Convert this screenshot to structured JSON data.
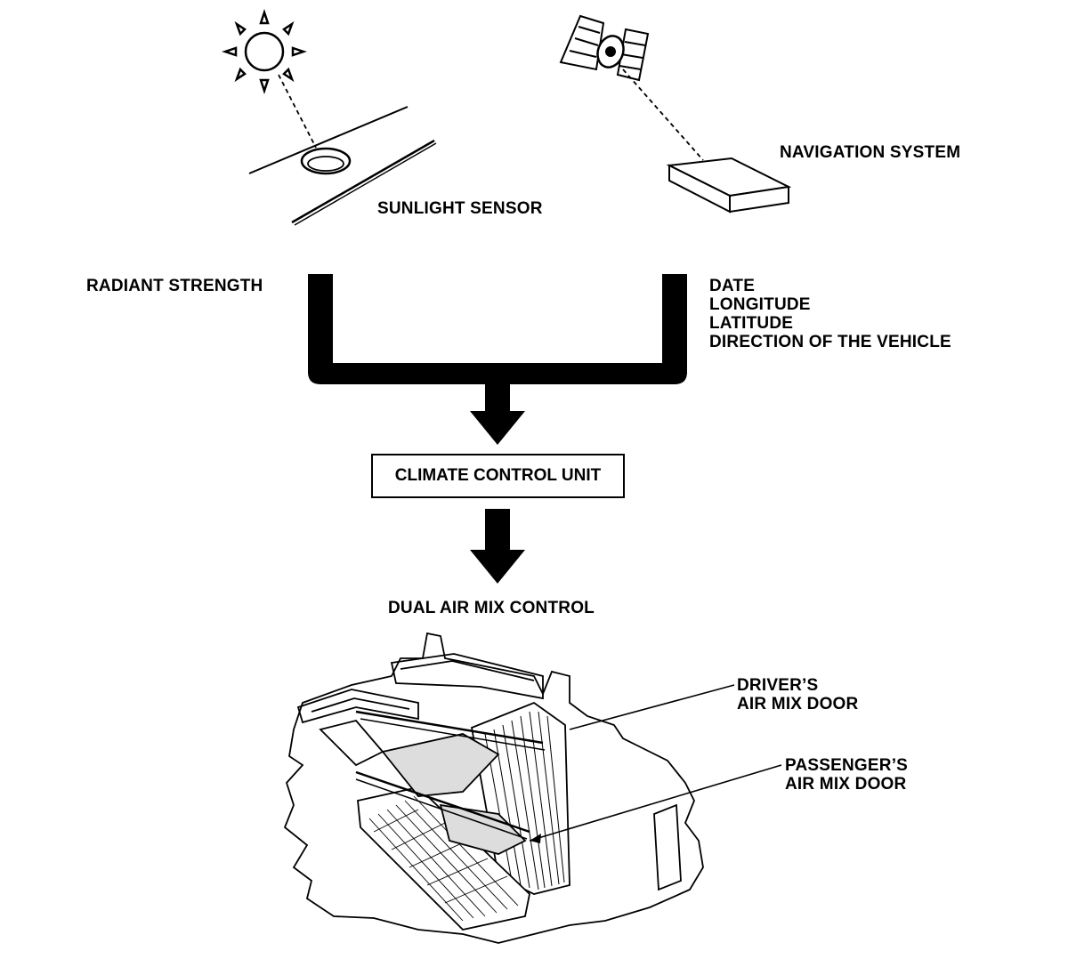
{
  "labels": {
    "navigation_system": "NAVIGATION SYSTEM",
    "sunlight_sensor": "SUNLIGHT SENSOR",
    "radiant_strength": "RADIANT STRENGTH",
    "nav_inputs": [
      "DATE",
      "LONGITUDE",
      "LATITUDE",
      "DIRECTION OF THE VEHICLE"
    ],
    "climate_control_unit": "CLIMATE CONTROL UNIT",
    "dual_air_mix_control": "DUAL AIR MIX CONTROL",
    "drivers_door": [
      "DRIVER’S",
      "AIR MIX DOOR"
    ],
    "passengers_door": [
      "PASSENGER’S",
      "AIR MIX DOOR"
    ]
  },
  "icons": [
    "sun-icon",
    "satellite-icon",
    "navigation-unit-icon",
    "sunlight-sensor-icon",
    "heater-unit-illustration"
  ],
  "colors": {
    "ink": "#000000",
    "paper": "#ffffff"
  }
}
